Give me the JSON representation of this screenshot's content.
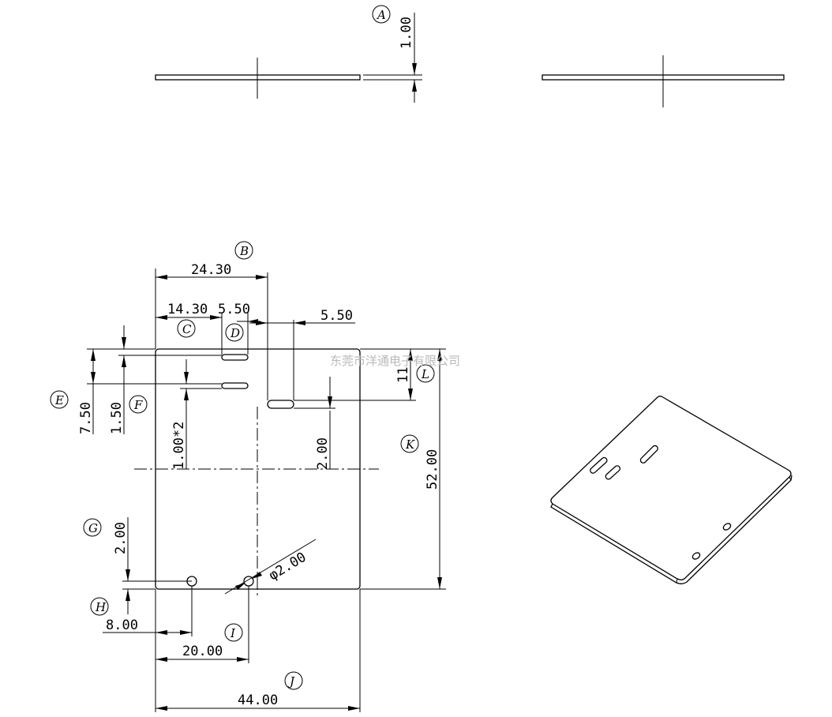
{
  "watermark": "东莞市洋通电子有限公司",
  "labels": {
    "A": "A",
    "B": "B",
    "C": "C",
    "D": "D",
    "E": "E",
    "F": "F",
    "G": "G",
    "H": "H",
    "I": "I",
    "J": "J",
    "K": "K",
    "L": "L"
  },
  "dimensions": {
    "thickness": "1.00",
    "slot_right_x": "24.30",
    "slot_left_x": "14.30",
    "slot_left_width": "5.50",
    "slot_right_width": "5.50",
    "slot_left_top_y": "7.50",
    "slot_left_gap": "1.50",
    "slot_width": "1.00*2",
    "slot_right_length": "11",
    "slot_right_bottom_to_center": "2.00",
    "plate_height": "52.00",
    "hole_from_edge": "2.00",
    "hole_diameter": "φ2.00",
    "hole_left_x": "8.00",
    "hole_right_x": "20.00",
    "plate_width": "44.00"
  }
}
